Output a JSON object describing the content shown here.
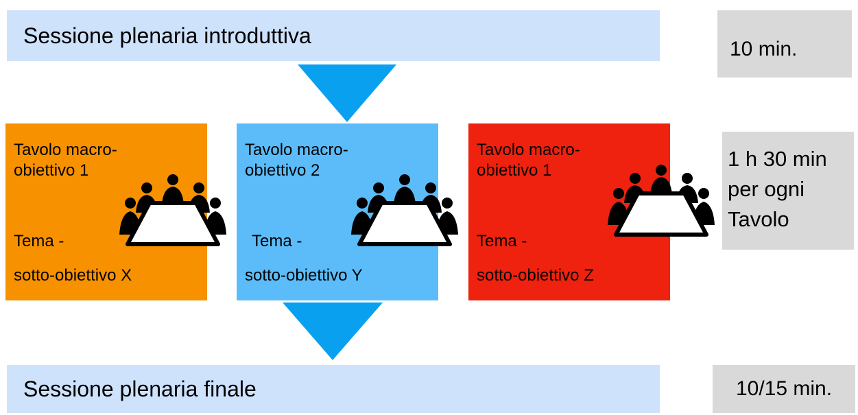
{
  "intro": {
    "label": "Sessione plenaria introduttiva",
    "duration": "10 min."
  },
  "tables": [
    {
      "title_line1": "Tavolo macro-",
      "title_line2": "obiettivo 1",
      "tema": "Tema -",
      "sotto": "sotto-obiettivo X",
      "color": "#f79100"
    },
    {
      "title_line1": "Tavolo macro-",
      "title_line2": "obiettivo 2",
      "tema": "Tema -",
      "sotto": "sotto-obiettivo Y",
      "color": "#5bbcf9"
    },
    {
      "title_line1": "Tavolo macro-",
      "title_line2": "obiettivo 1",
      "tema": "Tema -",
      "sotto": "sotto-obiettivo Z",
      "color": "#ee220e"
    }
  ],
  "tables_duration": {
    "line1": "1 h 30 min",
    "line2": "per ogni",
    "line3": "Tavolo"
  },
  "final": {
    "label": "Sessione plenaria finale",
    "duration": "10/15 min."
  },
  "colors": {
    "plenary_bar": "#cfe2fc",
    "arrow": "#0aa0f0",
    "duration_box": "#d9d9d9"
  },
  "icons": {
    "meeting": "meeting-table-icon",
    "flow_arrow": "arrow-down-icon"
  }
}
